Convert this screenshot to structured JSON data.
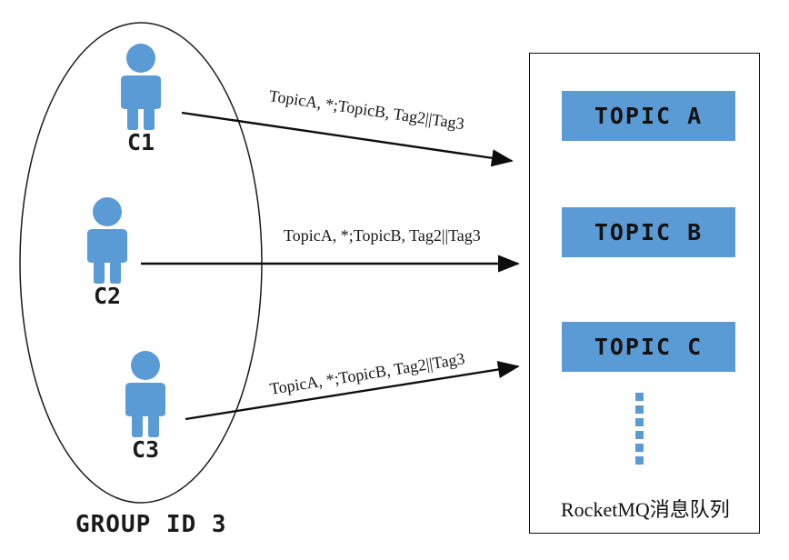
{
  "diagram": {
    "title": "RocketMQ consumer group subscription diagram",
    "accent_color": "#5b9bd5",
    "line_color": "#0d0d0d",
    "background": "#ffffff"
  },
  "group": {
    "label": "GROUP ID 3",
    "consumers": [
      {
        "id": "C1",
        "label": "C1",
        "icon": "person-icon"
      },
      {
        "id": "C2",
        "label": "C2",
        "icon": "person-icon"
      },
      {
        "id": "C3",
        "label": "C3",
        "icon": "person-icon"
      }
    ]
  },
  "edges": [
    {
      "from": "C1",
      "to": "TOPIC A",
      "label": "TopicA, *;TopicB, Tag2||Tag3"
    },
    {
      "from": "C2",
      "to": "TOPIC B",
      "label": "TopicA, *;TopicB, Tag2||Tag3"
    },
    {
      "from": "C3",
      "to": "TOPIC C",
      "label": "TopicA, *;TopicB, Tag2||Tag3"
    }
  ],
  "broker": {
    "caption": "RocketMQ消息队列",
    "topics": [
      {
        "label": "TOPIC A"
      },
      {
        "label": "TOPIC B"
      },
      {
        "label": "TOPIC C"
      }
    ],
    "more_indicator": "vertical-ellipsis"
  }
}
